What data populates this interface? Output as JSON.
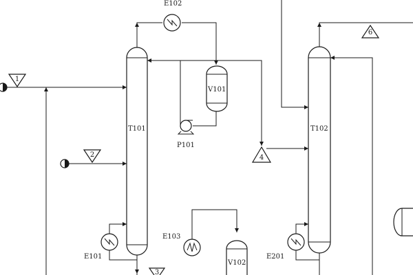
{
  "equipment": {
    "t101": "T101",
    "t102": "T102",
    "v101": "V101",
    "v102": "V102",
    "e101": "E101",
    "e102": "E102",
    "e103": "E103",
    "e201": "E201",
    "p101": "P101"
  },
  "streams": {
    "s1": "1",
    "s2": "2",
    "s3": "3",
    "s4": "4",
    "s6": "6"
  }
}
